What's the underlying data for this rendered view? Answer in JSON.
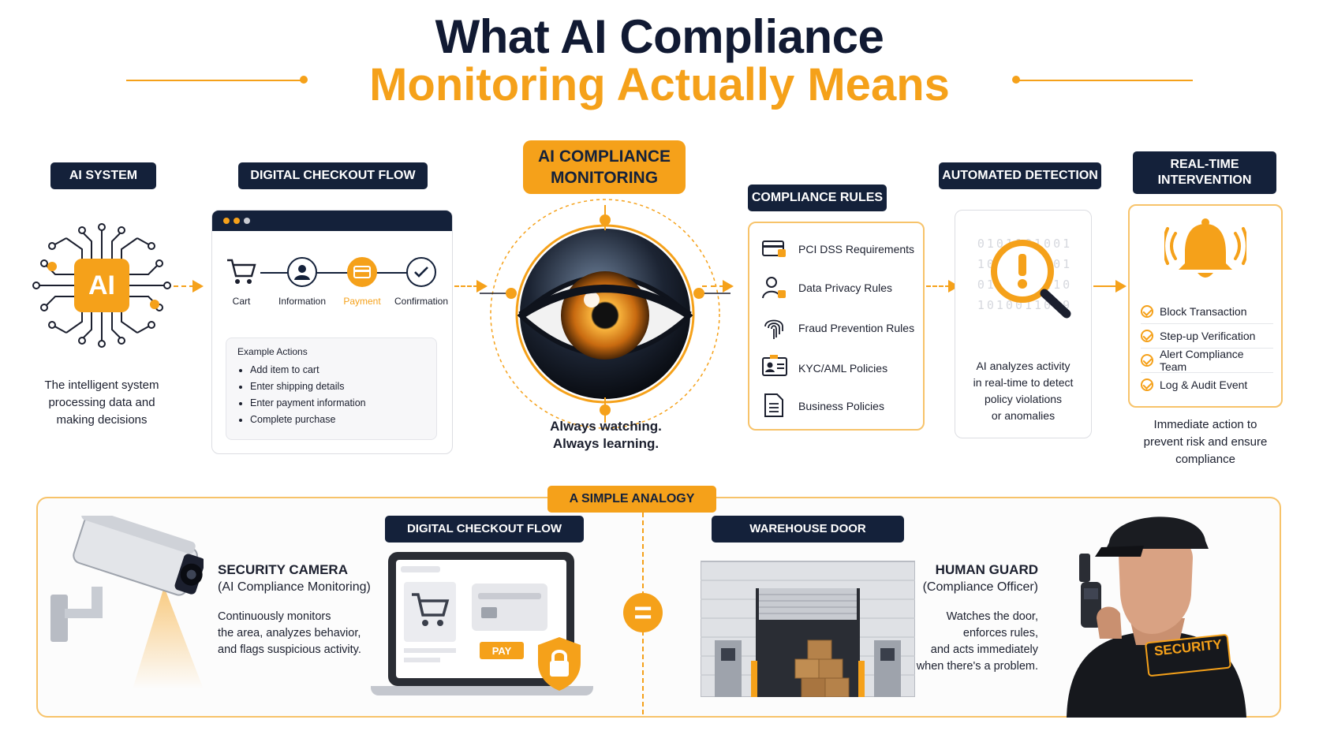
{
  "title": {
    "line1": "What AI Compliance",
    "line2": "Monitoring Actually Means"
  },
  "colors": {
    "accent": "#f5a11a",
    "navy": "#14213a"
  },
  "ai_system": {
    "label": "AI SYSTEM",
    "chip": "AI",
    "description": [
      "The intelligent system",
      "processing data and",
      "making decisions"
    ]
  },
  "checkout": {
    "label": "DIGITAL CHECKOUT FLOW",
    "steps": [
      {
        "label": "Cart",
        "icon": "cart-icon"
      },
      {
        "label": "Information",
        "icon": "user-icon"
      },
      {
        "label": "Payment",
        "icon": "credit-card-icon",
        "active": true
      },
      {
        "label": "Confirmation",
        "icon": "check-icon"
      }
    ],
    "example_title": "Example Actions",
    "examples": [
      "Add item to cart",
      "Enter shipping details",
      "Enter payment information",
      "Complete purchase"
    ]
  },
  "monitoring": {
    "label_line1": "AI COMPLIANCE",
    "label_line2": "MONITORING",
    "caption_line1": "Always watching.",
    "caption_line2": "Always learning."
  },
  "rules": {
    "label": "COMPLIANCE RULES",
    "items": [
      {
        "label": "PCI DSS Requirements",
        "icon": "card-lock-icon"
      },
      {
        "label": "Data Privacy Rules",
        "icon": "user-lock-icon"
      },
      {
        "label": "Fraud Prevention Rules",
        "icon": "fingerprint-icon"
      },
      {
        "label": "KYC/AML Policies",
        "icon": "id-card-icon"
      },
      {
        "label": "Business Policies",
        "icon": "document-icon"
      }
    ]
  },
  "detection": {
    "label": "AUTOMATED DETECTION",
    "binary": [
      "0101101001",
      "1001001101",
      "0101001110",
      "1010011009"
    ],
    "description": [
      "AI analyzes activity",
      "in real-time to detect",
      "policy violations",
      "or anomalies"
    ]
  },
  "intervention": {
    "label_line1": "REAL-TIME",
    "label_line2": "INTERVENTION",
    "actions": [
      "Block Transaction",
      "Step-up Verification",
      "Alert Compliance Team",
      "Log & Audit Event"
    ],
    "description": [
      "Immediate action to",
      "prevent risk and ensure",
      "compliance"
    ]
  },
  "analogy": {
    "label": "A SIMPLE ANALOGY",
    "camera_title": "SECURITY CAMERA",
    "camera_sub": "(AI Compliance Monitoring)",
    "camera_desc": [
      "Continuously monitors",
      "the area, analyzes behavior,",
      "and flags suspicious activity."
    ],
    "checkout_label": "DIGITAL CHECKOUT FLOW",
    "pay_label": "PAY",
    "equals": "=",
    "warehouse_label": "WAREHOUSE DOOR",
    "guard_title": "HUMAN GUARD",
    "guard_sub": "(Compliance Officer)",
    "guard_desc": [
      "Watches the door,",
      "enforces rules,",
      "and acts immediately",
      "when there's a problem."
    ],
    "badge": "SECURITY"
  }
}
